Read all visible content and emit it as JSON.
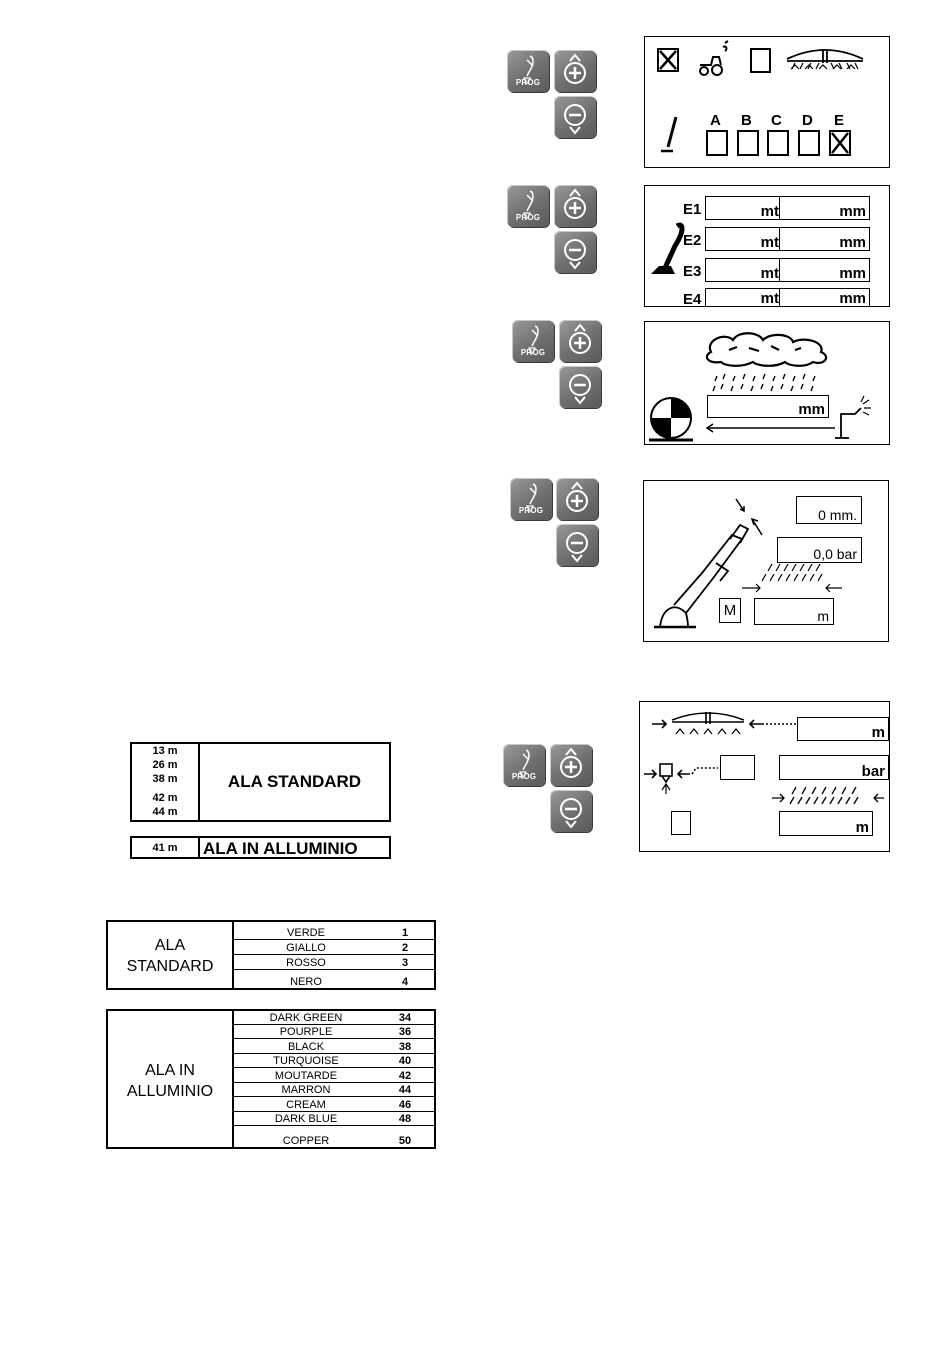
{
  "keypad": {
    "prog_label": "PROG"
  },
  "screen1": {
    "letters": [
      "A",
      "B",
      "C",
      "D",
      "E"
    ],
    "checked_letter": "E",
    "top_left_checked": true,
    "top_right_checked": false
  },
  "screen2": {
    "rows": [
      {
        "label": "E1",
        "unit1": "mt",
        "unit2": "mm"
      },
      {
        "label": "E2",
        "unit1": "mt",
        "unit2": "mm"
      },
      {
        "label": "E3",
        "unit1": "mt",
        "unit2": "mm"
      },
      {
        "label": "E4",
        "unit1": "mt",
        "unit2": "mm"
      }
    ]
  },
  "screen3": {
    "unit": "mm"
  },
  "screen4": {
    "nozzle_value": "0 mm.",
    "pressure_value": "0,0 bar",
    "mode_label": "M",
    "distance_unit": "m"
  },
  "screen5": {
    "width_unit": "m",
    "pressure_unit": "bar",
    "distance_unit": "m"
  },
  "length_table": {
    "standard_lengths": [
      "13 m",
      "26 m",
      "38 m",
      "42 m",
      "44 m"
    ],
    "standard_label": "ALA STANDARD",
    "alu_length": "41 m",
    "alu_label": "ALA IN ALLUMINIO"
  },
  "color_table_standard": {
    "label_line1": "ALA",
    "label_line2": "STANDARD",
    "rows": [
      {
        "color": "VERDE",
        "code": "1"
      },
      {
        "color": "GIALLO",
        "code": "2"
      },
      {
        "color": "ROSSO",
        "code": "3"
      },
      {
        "color": "NERO",
        "code": "4"
      }
    ]
  },
  "color_table_alu": {
    "label_line1": "ALA IN",
    "label_line2": "ALLUMINIO",
    "rows": [
      {
        "color": "DARK GREEN",
        "code": "34"
      },
      {
        "color": "POURPLE",
        "code": "36"
      },
      {
        "color": "BLACK",
        "code": "38"
      },
      {
        "color": "TURQUOISE",
        "code": "40"
      },
      {
        "color": "MOUTARDE",
        "code": "42"
      },
      {
        "color": "MARRON",
        "code": "44"
      },
      {
        "color": "CREAM",
        "code": "46"
      },
      {
        "color": "DARK BLUE",
        "code": "48"
      },
      {
        "color": "COPPER",
        "code": "50"
      }
    ]
  }
}
